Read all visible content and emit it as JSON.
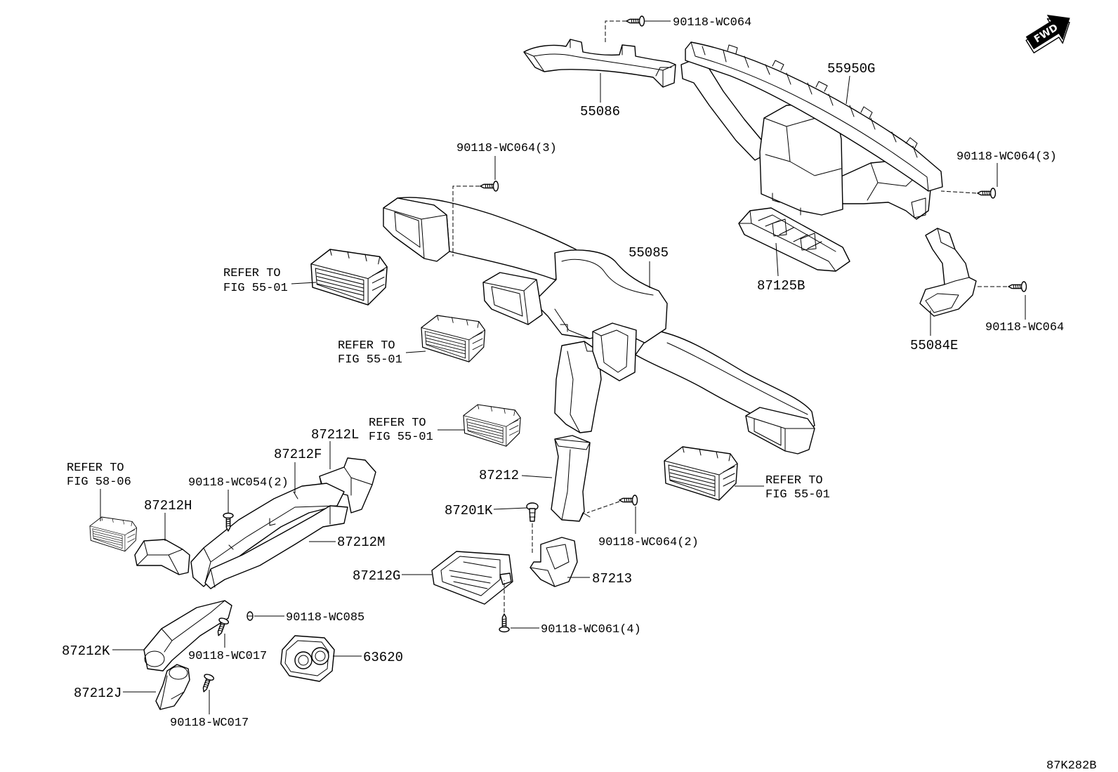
{
  "diagram": {
    "fwd_label": "FWD",
    "drawing_code": "87K282B"
  },
  "labels": {
    "screw_top": "90118-WC064",
    "part_55086": "55086",
    "part_55950G": "55950G",
    "screw_upper_center": "90118-WC064(3)",
    "screw_upper_right": "90118-WC064(3)",
    "part_55085": "55085",
    "part_87125B": "87125B",
    "screw_right": "90118-WC064",
    "part_55084E": "55084E",
    "part_87212L": "87212L",
    "part_87212F": "87212F",
    "screw_wc054": "90118-WC054(2)",
    "part_87212": "87212",
    "part_87212H": "87212H",
    "part_87201K": "87201K",
    "screw_wc064_2": "90118-WC064(2)",
    "part_87212M": "87212M",
    "part_87212G": "87212G",
    "part_87213": "87213",
    "clip_wc085": "90118-WC085",
    "part_87212K": "87212K",
    "screw_wc017_upper": "90118-WC017",
    "part_63620": "63620",
    "screw_wc061": "90118-WC061(4)",
    "part_87212J": "87212J",
    "screw_wc017_lower": "90118-WC017"
  },
  "references": {
    "upper_left": {
      "line1": "REFER TO",
      "line2": "FIG 55-01"
    },
    "center_left": {
      "line1": "REFER TO",
      "line2": "FIG 55-01"
    },
    "center": {
      "line1": "REFER TO",
      "line2": "FIG 55-01"
    },
    "left": {
      "line1": "REFER TO",
      "line2": "FIG 58-06"
    },
    "right": {
      "line1": "REFER TO",
      "line2": "FIG 55-01"
    }
  }
}
